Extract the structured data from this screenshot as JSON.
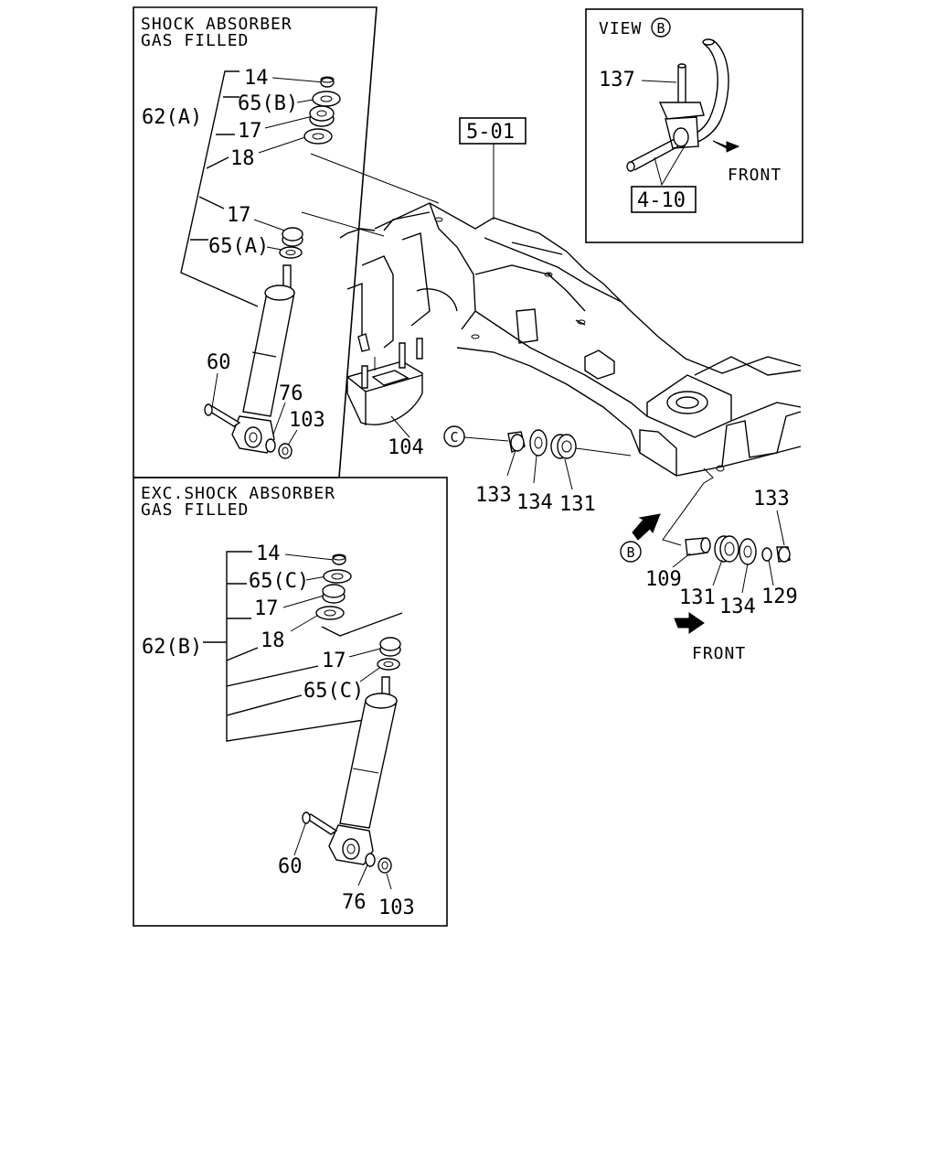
{
  "panel_gas": {
    "title_line1": "SHOCK ABSORBER",
    "title_line2": "GAS FILLED",
    "labels": {
      "p14": "14",
      "p65b": "65(B)",
      "p62a": "62(A)",
      "p17a": "17",
      "p18": "18",
      "p17b": "17",
      "p65a": "65(A)",
      "p60": "60",
      "p76": "76",
      "p103": "103"
    }
  },
  "panel_exc": {
    "title_line1": "EXC.SHOCK ABSORBER",
    "title_line2": "GAS FILLED",
    "labels": {
      "p14": "14",
      "p65c1": "65(C)",
      "p17a": "17",
      "p62b": "62(B)",
      "p18": "18",
      "p17b": "17",
      "p65c2": "65(C)",
      "p60": "60",
      "p76": "76",
      "p103": "103"
    }
  },
  "view_b": {
    "title": "VIEW",
    "marker": "B",
    "part_137": "137",
    "ref_410": "4-10",
    "front": "FRONT"
  },
  "main": {
    "ref_501": "5-01",
    "p104": "104",
    "marker_c": "C",
    "p133a": "133",
    "p134a": "134",
    "p131a": "131",
    "p133b": "133",
    "marker_b": "B",
    "p109": "109",
    "p131b": "131",
    "p134b": "134",
    "p129": "129",
    "front": "FRONT"
  }
}
